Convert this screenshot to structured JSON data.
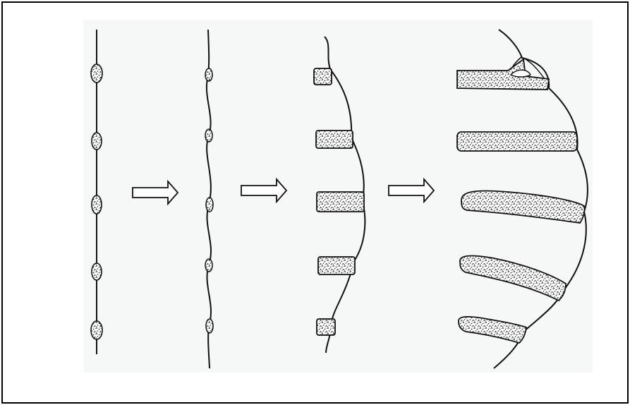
{
  "figure": {
    "stages": [
      {
        "id": "stage-1"
      },
      {
        "id": "stage-2"
      },
      {
        "id": "stage-3"
      },
      {
        "id": "stage-4"
      }
    ],
    "arrows": [
      {
        "id": "arrow-1",
        "icon": "right-arrow-icon"
      },
      {
        "id": "arrow-2",
        "icon": "right-arrow-icon"
      },
      {
        "id": "arrow-3",
        "icon": "right-arrow-icon"
      }
    ],
    "colors": {
      "ink": "#111111",
      "paper": "#ffffff",
      "border": "#000000"
    }
  }
}
